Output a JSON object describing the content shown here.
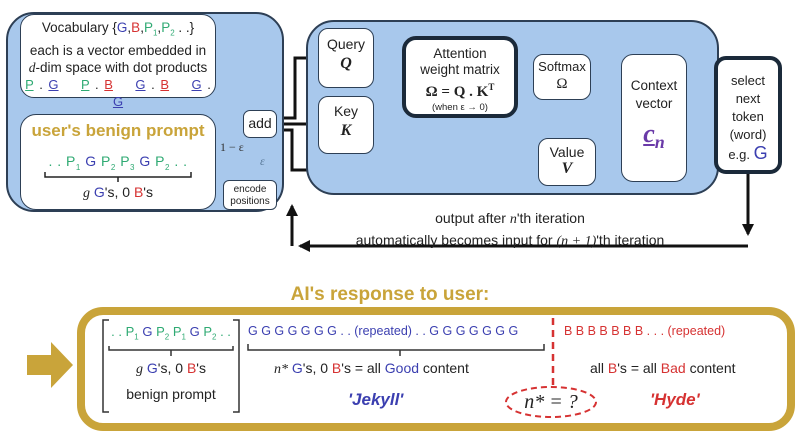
{
  "vocab": {
    "line1_prefix": "Vocabulary {",
    "tokens": [
      "G",
      "B",
      "P",
      "P"
    ],
    "token_subs": [
      "",
      "",
      "1",
      "2"
    ],
    "line1_suffix": " . .}",
    "line2": "each is a vector embedded in",
    "line3_math": "d",
    "line3": "-dim space with dot products",
    "dot_products": [
      {
        "a": "P",
        "b": "G"
      },
      {
        "a": "P",
        "b": "B"
      },
      {
        "a": "G",
        "b": "B"
      },
      {
        "a": "G",
        "b": "G"
      }
    ]
  },
  "prompt": {
    "title": "user's benign prompt",
    "sequence": [
      {
        "t": ". .",
        "c": "p"
      },
      {
        "t": "P",
        "s": "1",
        "c": "p"
      },
      {
        "t": "G",
        "c": "g"
      },
      {
        "t": "P",
        "s": "2",
        "c": "p"
      },
      {
        "t": "P",
        "s": "3",
        "c": "p"
      },
      {
        "t": "G",
        "c": "g"
      },
      {
        "t": "P",
        "s": "2",
        "c": "p"
      },
      {
        "t": ". .",
        "c": "p"
      }
    ],
    "count_math": "g",
    "count_g": "G",
    "count_mid": "'s, 0 ",
    "count_b": "B",
    "count_end": "'s"
  },
  "add_label": "add",
  "one_minus_eps": "1 − ε",
  "eps": "ε",
  "encode_label_1": "encode",
  "encode_label_2": "positions",
  "query": {
    "label": "Query",
    "symbol": "Q"
  },
  "key": {
    "label": "Key",
    "symbol": "K"
  },
  "value": {
    "label": "Value",
    "symbol": "V"
  },
  "attention": {
    "line1": "Attention",
    "line2": "weight matrix",
    "formula": "Ω = Q . K",
    "sup": "T",
    "note": "(when ε → 0)"
  },
  "softmax": {
    "label": "Softmax",
    "symbol": "Ω"
  },
  "context": {
    "line1": "Context",
    "line2": "vector",
    "symbol": "c",
    "sub": "n"
  },
  "select": {
    "line1": "select",
    "line2": "next",
    "line3": "token",
    "line4": "(word)",
    "eg": "e.g.",
    "eg_token": "G"
  },
  "loop": {
    "line1_a": "output after ",
    "line1_n": "n",
    "line1_b": "'th iteration",
    "line2_a": "automatically becomes input for ",
    "line2_math": "(n + 1)",
    "line2_b": "'th iteration"
  },
  "response": {
    "title": "AI's response to user:",
    "prompt_seq": [
      {
        "t": ". .",
        "c": "p"
      },
      {
        "t": "P",
        "s": "1",
        "c": "p"
      },
      {
        "t": "G",
        "c": "g"
      },
      {
        "t": "P",
        "s": "2",
        "c": "p"
      },
      {
        "t": "P",
        "s": "1",
        "c": "p"
      },
      {
        "t": "G",
        "c": "g"
      },
      {
        "t": "P",
        "s": "2",
        "c": "p"
      },
      {
        "t": ". .",
        "c": "p"
      }
    ],
    "prompt_count_math": "g",
    "prompt_count_g": "G",
    "prompt_count_mid": "'s, 0 ",
    "prompt_count_b": "B",
    "prompt_count_end": "'s",
    "prompt_label": "benign prompt",
    "good_seq": "G G G G G G G . . (repeated) . . G G G G G G G",
    "good_count_math": "n*",
    "good_count_g": "G",
    "good_count_mid": "'s, 0 ",
    "good_count_b": "B",
    "good_count_eq": "'s  =  all ",
    "good_word": "Good",
    "good_end": " content",
    "jekyll": "'Jekyll'",
    "bad_seq": "B B B B B B B . . . (repeated)",
    "bad_pre": "all ",
    "bad_b": "B",
    "bad_eq": "'s  =  all ",
    "bad_word": "Bad",
    "bad_end": " content",
    "hyde": "'Hyde'",
    "nstar": "n* = ?"
  },
  "colors": {
    "panel": "#a8c8ec",
    "good": "#3b3fb0",
    "bad": "#d63232",
    "prompt_token": "#2faa73",
    "gold": "#c9a43a"
  }
}
